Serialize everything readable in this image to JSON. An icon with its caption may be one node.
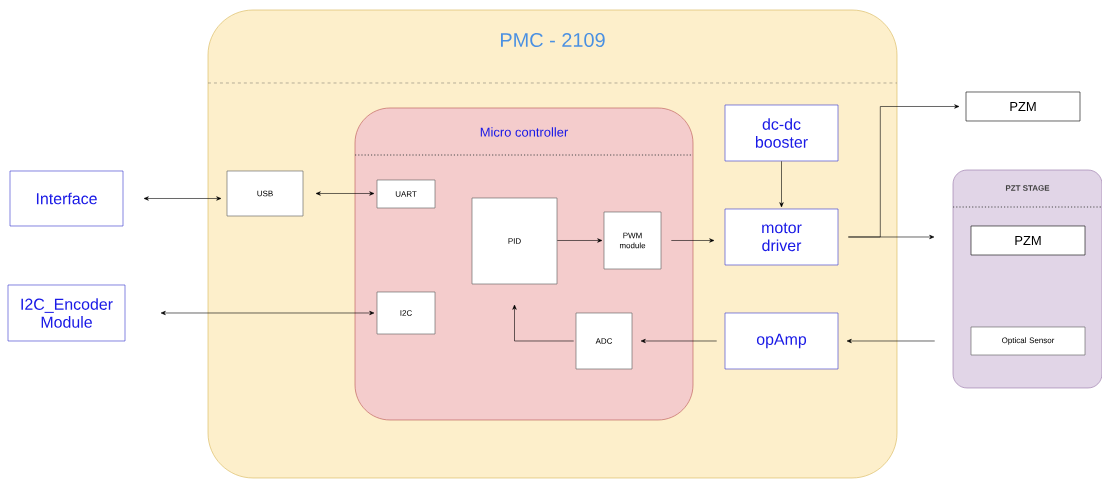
{
  "diagram": {
    "nodes": [
      {
        "text": [
          "PMC - 2109"
        ]
      },
      {
        "text": [
          "Micro controller"
        ],
        "in": 0
      },
      {
        "text": [
          "Interface"
        ]
      },
      {
        "text": [
          "I2C_Encoder Module"
        ]
      },
      {
        "text": [
          "USB"
        ],
        "in": 0
      },
      {
        "text": [
          "UART"
        ],
        "in": 1
      },
      {
        "text": [
          "I2C"
        ],
        "in": 1
      },
      {
        "text": [
          "PID"
        ],
        "in": 1
      },
      {
        "text": [
          "PWM module"
        ],
        "in": 1
      },
      {
        "text": [
          "ADC"
        ],
        "in": 1
      },
      {
        "text": [
          "dc-dc booster"
        ],
        "in": 0
      },
      {
        "text": [
          "motor driver"
        ],
        "in": 0
      },
      {
        "text": [
          "opAmp"
        ],
        "in": 0
      },
      {
        "text": [
          "PZM"
        ]
      },
      {
        "text": [
          "PZT STAGE"
        ]
      },
      {
        "text": [
          "PZM"
        ],
        "in": 14
      },
      {
        "text": [
          "Optical Sensor"
        ],
        "in": 14
      }
    ],
    "edges": [
      {
        "from": 2,
        "to": 4,
        "arrow": "both"
      },
      {
        "from": 4,
        "to": 5,
        "arrow": "both"
      },
      {
        "from": 3,
        "to": 6,
        "arrow": "both"
      },
      {
        "from": 7,
        "to": 8,
        "arrow": "to"
      },
      {
        "from": 8,
        "to": 11,
        "arrow": "to"
      },
      {
        "from": 10,
        "to": 11,
        "arrow": "to"
      },
      {
        "from": 11,
        "to": 13,
        "arrow": "to"
      },
      {
        "from": 11,
        "to": 14,
        "arrow": "to"
      },
      {
        "from": 14,
        "to": 12,
        "arrow": "to"
      },
      {
        "from": 12,
        "to": 9,
        "arrow": "to"
      },
      {
        "from": 9,
        "to": 7,
        "arrow": "to"
      }
    ]
  }
}
